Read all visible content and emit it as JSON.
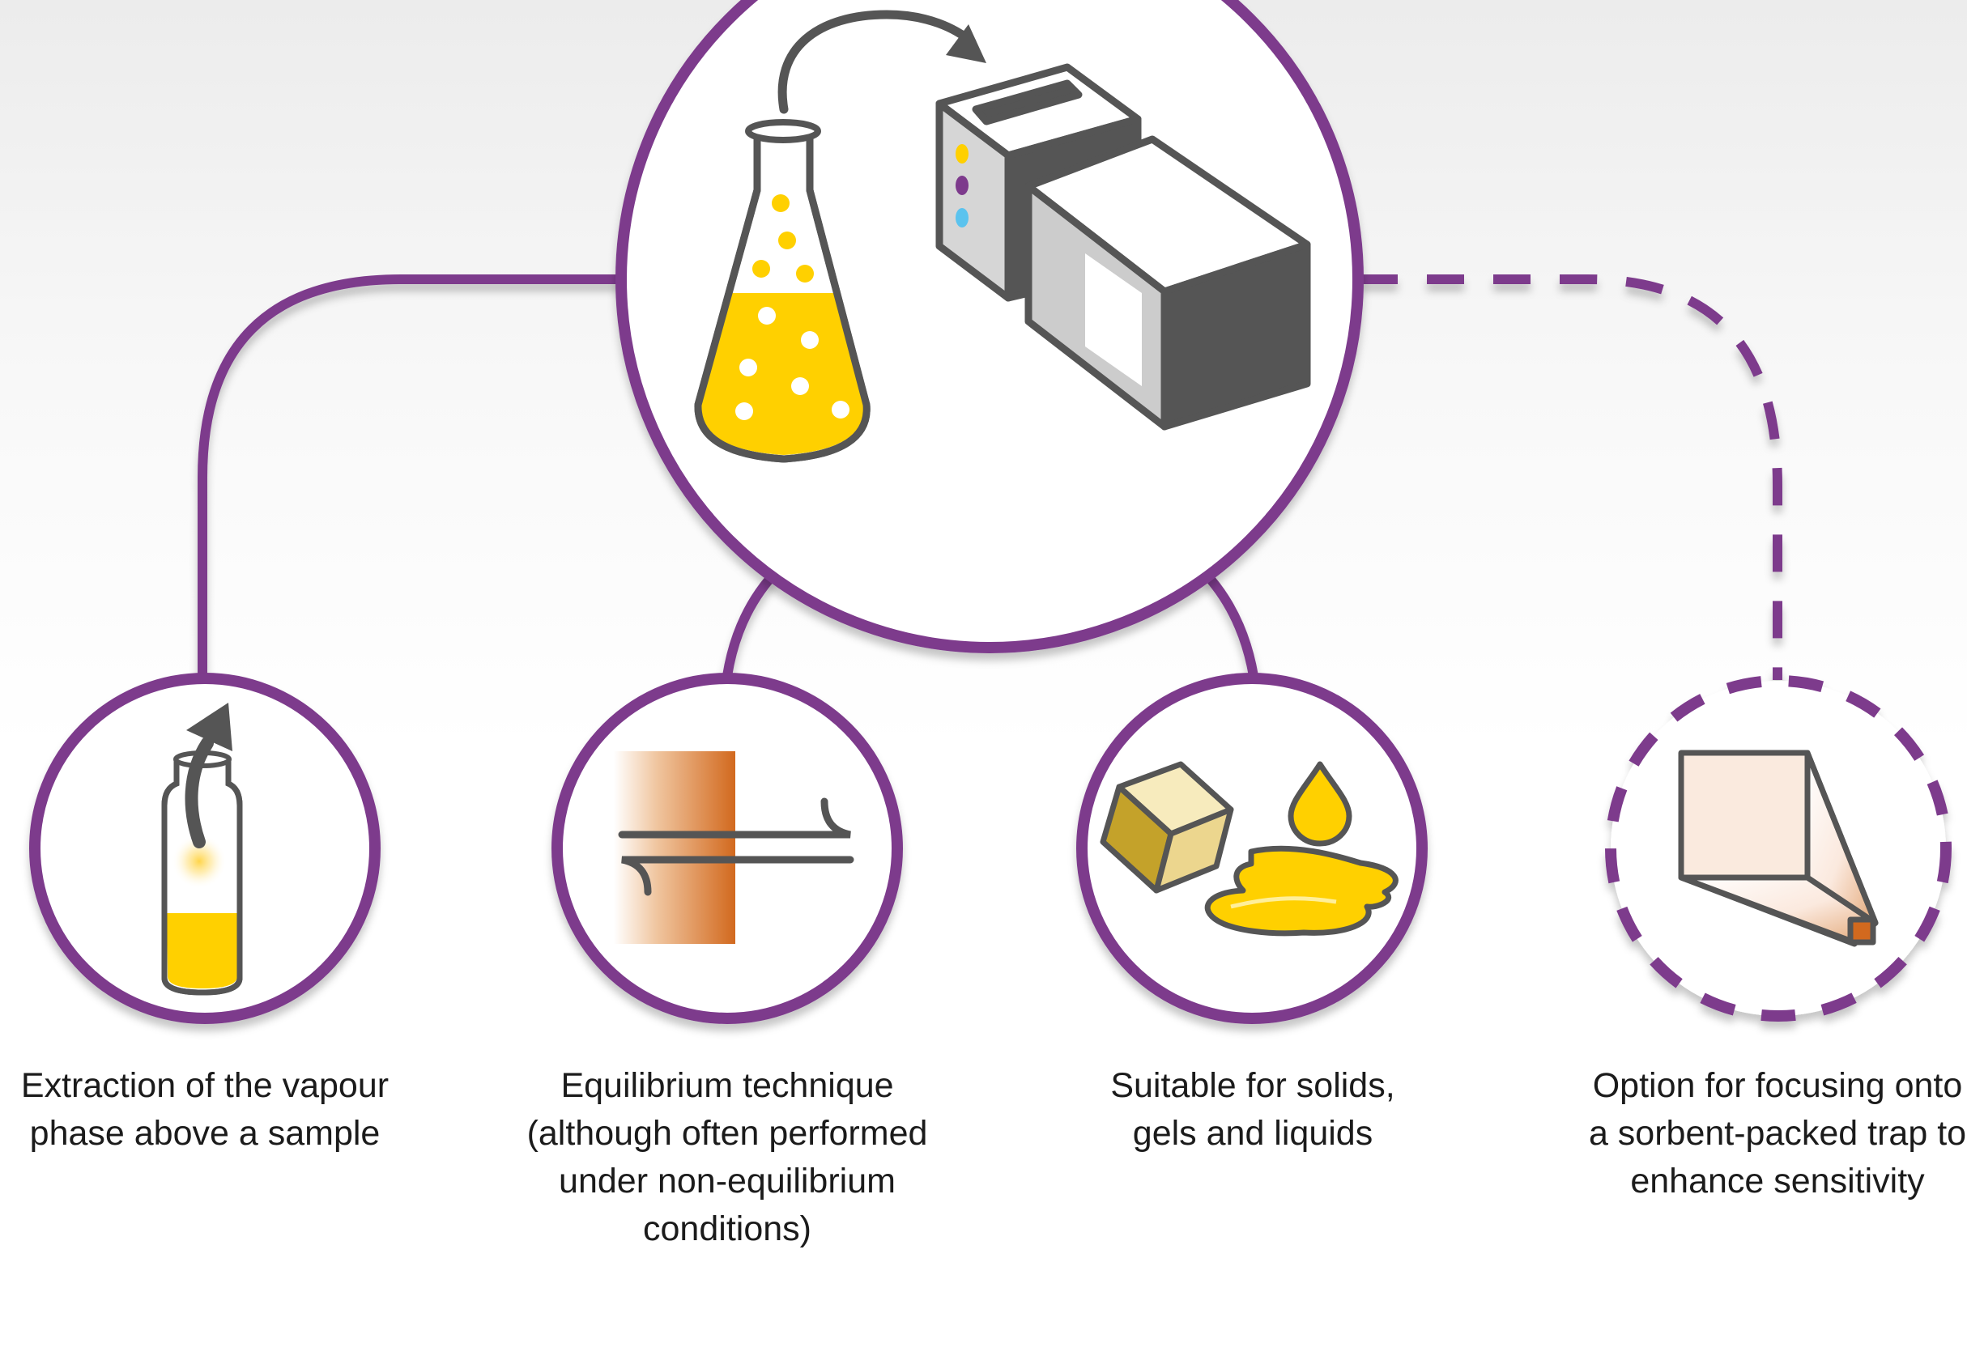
{
  "colors": {
    "purple": "#7d3a8c",
    "grey": "#555555",
    "yellow": "#ffd000",
    "orange": "#d2691e"
  },
  "captions": [
    {
      "id": "vapour",
      "lines": [
        "Extraction of the vapour",
        "phase above a sample"
      ],
      "icon": "vial-vapour-icon"
    },
    {
      "id": "equilibrium",
      "lines": [
        "Equilibrium technique",
        "(although often performed",
        "under non-equilibrium",
        "conditions)"
      ],
      "icon": "equilibrium-arrows-icon"
    },
    {
      "id": "samples",
      "lines": [
        "Suitable for solids,",
        "gels and liquids"
      ],
      "icon": "solid-liquid-icon"
    },
    {
      "id": "trap",
      "lines": [
        "Option for focusing onto",
        "a sorbent-packed trap to",
        "enhance sensitivity"
      ],
      "icon": "sorbent-trap-icon"
    }
  ],
  "hub": {
    "icons": [
      "flask-icon",
      "transfer-arrow-icon",
      "instrument-icon"
    ]
  }
}
